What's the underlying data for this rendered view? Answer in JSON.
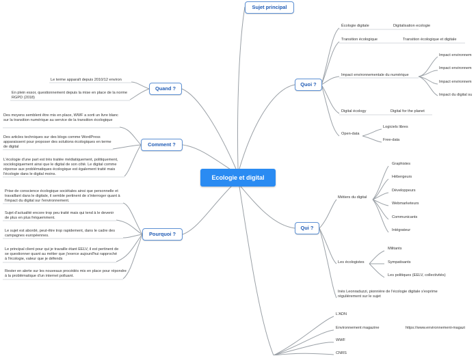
{
  "central": "Ecologie et digital",
  "top_node": "Sujet principal",
  "quoi": {
    "title": "Quoi ?",
    "ecologie_digitale": "Écologie digitale",
    "digitalisation": "Digitalisation ecologie",
    "transition_eco": "Transition écologique",
    "transition_eco_digitale": "Transition écologique et digitale",
    "impact": "Impact environnementale du numérique",
    "impact_sub": [
      "Impact environnem",
      "Impact environnem",
      "Impact environnem",
      "Impact du digital su"
    ],
    "digital_ecology": "Digital écology",
    "digital_planet": "Digital for the planet",
    "open_data": "Open-data",
    "logiciels_libres": "Logiciels libres",
    "free_data": "Free-data"
  },
  "qui": {
    "title": "Qui ?",
    "metiers": "Métiers du digital",
    "metiers_items": [
      "Graphistes",
      "Hébergeurs",
      "Développeurs",
      "Webmarketeurs",
      "Communicants",
      "Intégrateur"
    ],
    "ecologistes": "Les écologistes",
    "ecologistes_items": [
      "Militants",
      "Sympatisants",
      "Les politiques (EELV, collectivités)"
    ],
    "ines": "Inès Leonraduzzi, pionnière de l'écologie digitale s'exprime régulièrement sur le sujet"
  },
  "bottom_right": {
    "adn": "L'ADN",
    "env_mag": "Environnement magazine",
    "env_url": "https://www.environnement-magazi",
    "wwf": "WWF",
    "cnrs": "CNRS"
  },
  "quand": {
    "title": "Quand ?",
    "items": [
      "Le terme apparaît depuis 2010/12 environ",
      "En plein essor, questionnement depuis la mise en place de la norme RGPD (2018)"
    ]
  },
  "comment": {
    "title": "Comment ?",
    "items": [
      "Des moyens semblent être mis en place, WWF a sorti un livre blanc sur la transition numérique au service de la transition écologique",
      "Des articles techniques sur des blogs comme WordPress apparaissent pour proposer des solutions écologiques en terme de digital",
      "L'écologie d'une part est très traitée médiatiquement, politiquement, sociologiquement ainsi que le digital de son côté. Le digital comme réponse aux problématiques écologique est également traité mais l'écologie dans le digital moins."
    ]
  },
  "pourquoi": {
    "title": "Pourquoi ?",
    "items": [
      "Prise de conscience écologique sociétales ainsi que personnelle et travaillant dans le digitale, il semble pertinent de s'interroger quant à l'impact du digital sur l'environnement.",
      "Sujet d'actualité encore trop peu traité mais qui tend à le devenir de plus en plus fréquemment.",
      "Le sujet est abordé, peut-être trop rapidement, dans le cadre des campagnes européennes.",
      "Le principal client pour qui je travaille étant EELV, il est pertinent de se questionner quant au métier que j'exerce aujourd'hui rapproché à l'écologie, valeur que je défends",
      "Rester en alerte sur les nouveaux procédés mis en place pour répondre à la problématique d'un internet polluant."
    ]
  }
}
